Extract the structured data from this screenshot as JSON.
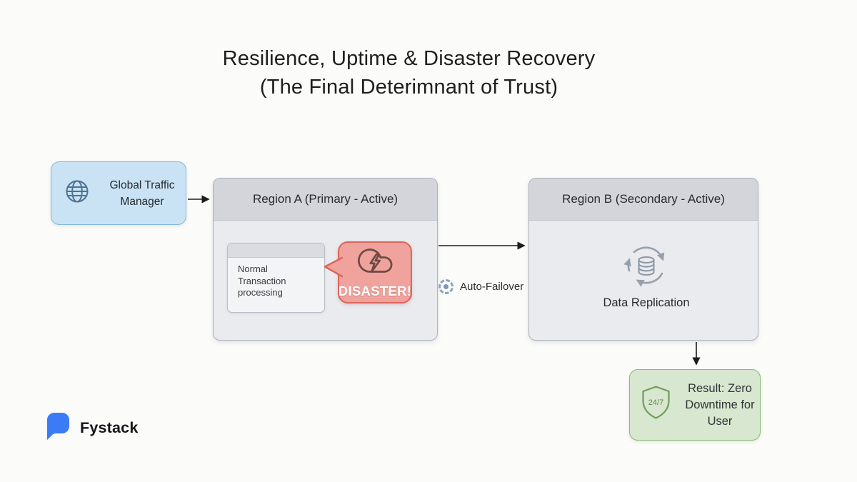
{
  "title": {
    "line1": "Resilience, Uptime & Disaster Recovery",
    "line2": "(The Final Deterimnant of Trust)"
  },
  "diagram": {
    "gtm": {
      "label": "Global Traffic Manager"
    },
    "region_a": {
      "title": "Region A (Primary - Active)",
      "window_text": "Normal Transaction processing",
      "disaster_label": "DISASTER!"
    },
    "failover": {
      "label": "Auto-Failover"
    },
    "region_b": {
      "title": "Region B (Secondary - Active)",
      "replication_label": "Data Replication"
    },
    "result": {
      "label": "Result: Zero Downtime for User",
      "shield_badge": "24/7"
    }
  },
  "footer": {
    "brand": "Fystack"
  },
  "colors": {
    "background": "#fbfbf9",
    "gtm_fill": "#c9e3f4",
    "gtm_border": "#85b7da",
    "region_header": "#d3d5db",
    "region_body": "#e9ebef",
    "region_border": "#abb0ba",
    "disaster_fill": "#efa39c",
    "disaster_border": "#dd655a",
    "disaster_text": "#ffffff",
    "result_fill": "#d8e7d0",
    "result_border": "#8cb976",
    "shield_green": "#6f9e58",
    "brand_blue": "#3b7bf6",
    "arrow": "#1c1c1c",
    "icon_slate": "#96a0ac"
  }
}
